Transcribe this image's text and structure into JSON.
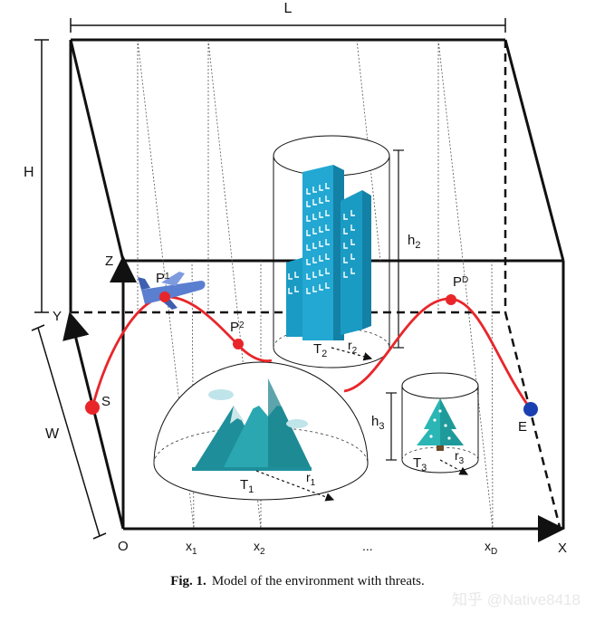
{
  "figure": {
    "caption_number": "Fig. 1.",
    "caption_text": "Model of the environment with threats.",
    "watermark": "知乎 @Native8418"
  },
  "labels": {
    "L": "L",
    "H": "H",
    "W": "W",
    "Z": "Z",
    "Y": "Y",
    "X": "X",
    "O": "O",
    "S": "S",
    "E": "E",
    "P1": "P",
    "P1_sub": "1",
    "P2": "P",
    "P2_sub": "2",
    "PD": "P",
    "PD_sub": "D",
    "T1": "T",
    "T1_sub": "1",
    "T2": "T",
    "T2_sub": "2",
    "T3": "T",
    "T3_sub": "3",
    "r1": "r",
    "r1_sub": "1",
    "r2": "r",
    "r2_sub": "2",
    "r3": "r",
    "r3_sub": "3",
    "h2": "h",
    "h2_sub": "2",
    "h3": "h",
    "h3_sub": "3",
    "x1": "x",
    "x1_sub": "1",
    "x2": "x",
    "x2_sub": "2",
    "ellipsis": "...",
    "xD": "x",
    "xD_sub": "D"
  },
  "colors": {
    "path": "#e8262a",
    "start": "#e8262a",
    "end": "#1a3fb0",
    "building": "#1a9bc4",
    "mountain": "#2aa7b0",
    "tree": "#2bb5b5",
    "plane": "#5a7ed0"
  },
  "icons": {
    "plane": "airplane-icon",
    "building": "building-icon",
    "mountain": "mountain-icon",
    "tree": "tree-icon"
  }
}
